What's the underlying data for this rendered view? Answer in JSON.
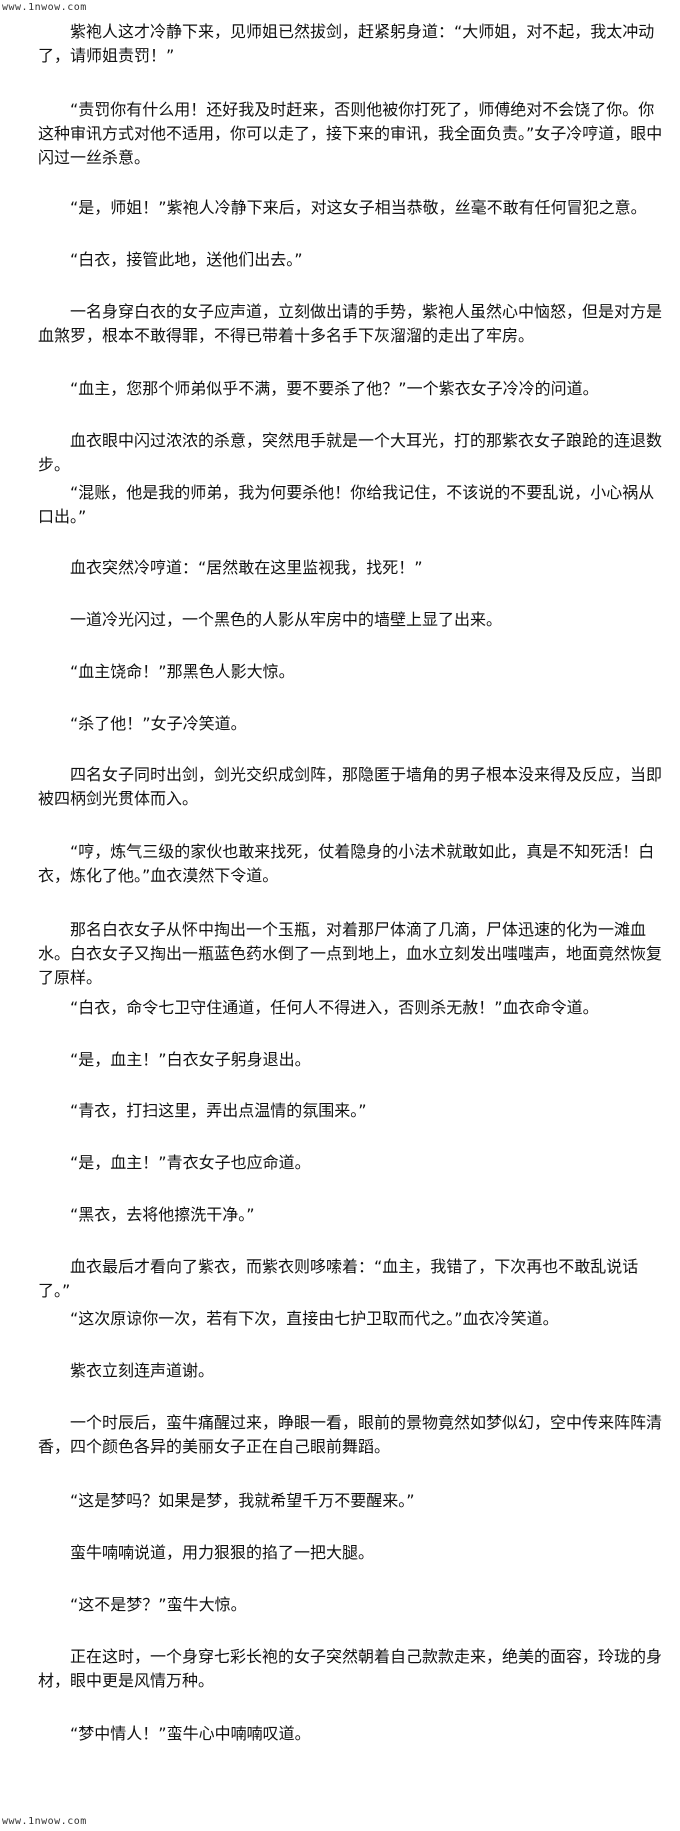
{
  "site": {
    "top_label": "www.1nwow.com",
    "bottom_label": "www.1nwow.com"
  },
  "paragraphs": [
    "紫袍人这才冷静下来，见师姐已然拔剑，赶紧躬身道：“大师姐，对不起，我太冲动了，请师姐责罚！”",
    "“责罚你有什么用！还好我及时赶来，否则他被你打死了，师傅绝对不会饶了你。你这种审讯方式对他不适用，你可以走了，接下来的审讯，我全面负责。”女子冷哼道，眼中闪过一丝杀意。",
    "“是，师姐！”紫袍人冷静下来后，对这女子相当恭敬，丝毫不敢有任何冒犯之意。",
    "“白衣，接管此地，送他们出去。”",
    "一名身穿白衣的女子应声道，立刻做出请的手势，紫袍人虽然心中恼怒，但是对方是血煞罗，根本不敢得罪，不得已带着十多名手下灰溜溜的走出了牢房。",
    "“血主，您那个师弟似乎不满，要不要杀了他？”一个紫衣女子冷冷的问道。",
    "血衣眼中闪过浓浓的杀意，突然甩手就是一个大耳光，打的那紫衣女子踉跄的连退数步。",
    "“混账，他是我的师弟，我为何要杀他！你给我记住，不该说的不要乱说，小心祸从口出。”",
    "血衣突然冷哼道：“居然敢在这里监视我，找死！”",
    "一道冷光闪过，一个黑色的人影从牢房中的墙壁上显了出来。",
    "“血主饶命！”那黑色人影大惊。",
    "“杀了他！”女子冷笑道。",
    "四名女子同时出剑，剑光交织成剑阵，那隐匿于墙角的男子根本没来得及反应，当即被四柄剑光贯体而入。",
    "“哼，炼气三级的家伙也敢来找死，仗着隐身的小法术就敢如此，真是不知死活！白衣，炼化了他。”血衣漠然下令道。",
    "那名白衣女子从怀中掏出一个玉瓶，对着那尸体滴了几滴，尸体迅速的化为一滩血水。白衣女子又掏出一瓶蓝色药水倒了一点到地上，血水立刻发出嗤嗤声，地面竟然恢复了原样。",
    "“白衣，命令七卫守住通道，任何人不得进入，否则杀无赦！”血衣命令道。",
    "“是，血主！”白衣女子躬身退出。",
    "“青衣，打扫这里，弄出点温情的氛围来。”",
    "“是，血主！”青衣女子也应命道。",
    "“黑衣，去将他擦洗干净。”",
    "血衣最后才看向了紫衣，而紫衣则哆嗦着：“血主，我错了，下次再也不敢乱说话了。”",
    "“这次原谅你一次，若有下次，直接由七护卫取而代之。”血衣冷笑道。",
    "紫衣立刻连声道谢。",
    "一个时辰后，蛮牛痛醒过来，睁眼一看，眼前的景物竟然如梦似幻，空中传来阵阵清香，四个颜色各异的美丽女子正在自己眼前舞蹈。",
    "“这是梦吗？如果是梦，我就希望千万不要醒来。”",
    "蛮牛喃喃说道，用力狠狠的掐了一把大腿。",
    "“这不是梦？”蛮牛大惊。",
    "正在这时，一个身穿七彩长袍的女子突然朝着自己款款走来，绝美的面容，玲珑的身材，眼中更是风情万种。",
    "“梦中情人！”蛮牛心中喃喃叹道。"
  ]
}
